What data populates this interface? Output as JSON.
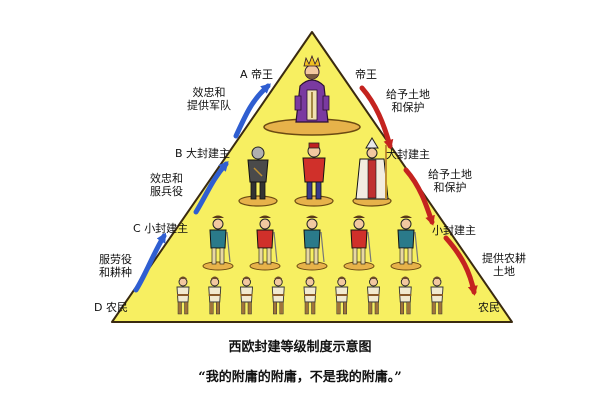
{
  "colors": {
    "pyramid_fill": "#f7ef61",
    "pyramid_stroke": "#3a2a10",
    "arrow_up": "#2f5ed1",
    "arrow_down": "#c4231f",
    "platform": "#e7b24a"
  },
  "levels": [
    {
      "letter": "A",
      "name": "帝王"
    },
    {
      "letter": "B",
      "name": "大封建主"
    },
    {
      "letter": "C",
      "name": "小封建主"
    },
    {
      "letter": "D",
      "name": "农民"
    }
  ],
  "right_labels": [
    "帝王",
    "大封建主",
    "小封建主",
    "农民"
  ],
  "left_duties": [
    {
      "line1": "效忠和",
      "line2": "提供军队"
    },
    {
      "line1": "效忠和",
      "line2": "服兵役"
    },
    {
      "line1": "服劳役",
      "line2": "和耕种"
    }
  ],
  "right_grants": [
    {
      "line1": "给予土地",
      "line2": "和保护"
    },
    {
      "line1": "给予土地",
      "line2": "和保护"
    },
    {
      "line1": "提供农耕",
      "line2": "土地"
    }
  ],
  "figures": {
    "top": {
      "count": 1,
      "icon": "king-figure-icon"
    },
    "upper": {
      "count": 3,
      "icon": "great-lord-figure-icon"
    },
    "middle": {
      "count": 5,
      "icon": "knight-figure-icon"
    },
    "bottom": {
      "count": 9,
      "icon": "peasant-figure-icon"
    }
  },
  "caption": {
    "title": "西欧封建等级制度示意图",
    "quote": "“我的附庸的附庸，不是我的附庸。”"
  }
}
